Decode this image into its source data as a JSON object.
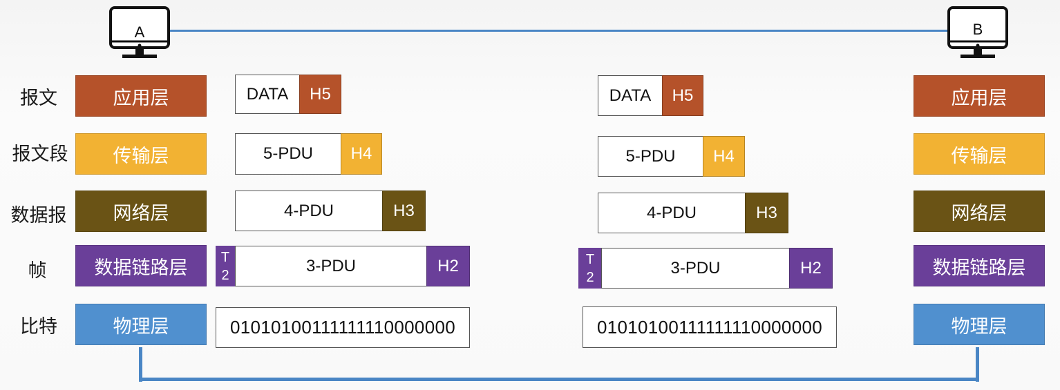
{
  "colors": {
    "application": "#b5522a",
    "transport": "#f2b233",
    "network": "#6a5315",
    "datalink": "#6a3f99",
    "physical": "#5090cf",
    "link_line": "#4a86c5"
  },
  "hosts": {
    "a_label": "A",
    "b_label": "B",
    "icon": "computer-monitor-icon"
  },
  "pdu_names": [
    "报文",
    "报文段",
    "数据报",
    "帧",
    "比特"
  ],
  "layers": [
    "应用层",
    "传输层",
    "网络层",
    "数据链路层",
    "物理层"
  ],
  "encapsulation": {
    "application": {
      "data": "DATA",
      "header": "H5"
    },
    "transport": {
      "data": "5-PDU",
      "header": "H4"
    },
    "network": {
      "data": "4-PDU",
      "header": "H3"
    },
    "datalink": {
      "trailer_top": "T",
      "trailer_bottom": "2",
      "data": "3-PDU",
      "header": "H2"
    },
    "physical": {
      "bits": "01010100111111110000000"
    }
  }
}
